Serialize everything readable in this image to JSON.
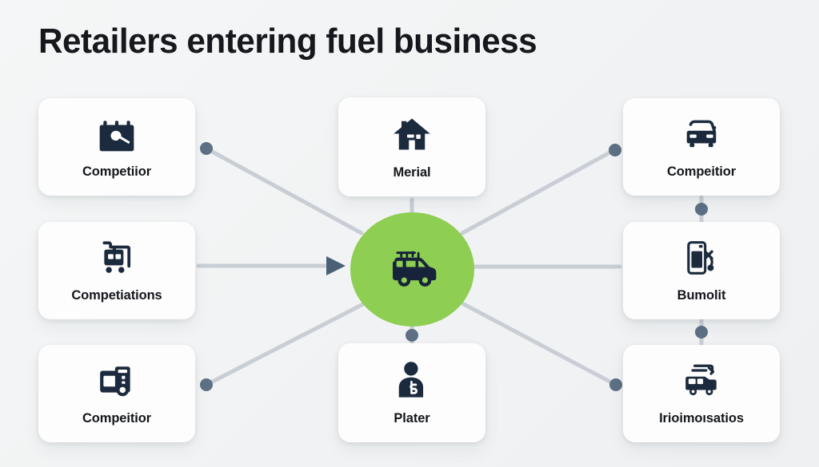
{
  "header": {
    "title": "Retailers entering fuel business"
  },
  "colors": {
    "background": "#f2f3f5",
    "card_bg": "#fdfdfd",
    "icon_dark": "#1b2a3d",
    "hub_green": "#8ece52",
    "connector_line": "#c9ced5",
    "connector_dot": "#5d7085",
    "arrow": "#4a6076",
    "title_text": "#15181c"
  },
  "hub": {
    "label": "",
    "icon": "suv-car-icon",
    "shape": "circle",
    "color": "#8ece52"
  },
  "arrow_marker": {
    "name": "arrow-head-right",
    "color": "#4a6076"
  },
  "columns": {
    "left": [
      {
        "id": "l1",
        "label": "Competiior",
        "icon": "calendar-hand-icon"
      },
      {
        "id": "l2",
        "label": "Competiations",
        "icon": "shopping-cart-icon"
      },
      {
        "id": "l3",
        "label": "Compeitior",
        "icon": "monitor-device-icon"
      }
    ],
    "center": [
      {
        "id": "c1",
        "label": "Merial",
        "icon": "house-icon"
      },
      {
        "id": "c2",
        "label": "Plater",
        "icon": "person-icon"
      }
    ],
    "right": [
      {
        "id": "r1",
        "label": "Compeitior",
        "icon": "car-front-icon"
      },
      {
        "id": "r2",
        "label": "Bumolit",
        "icon": "fuel-pump-icon"
      },
      {
        "id": "r3",
        "label": "Irioimoısatios",
        "icon": "delivery-truck-icon"
      }
    ]
  },
  "connections": [
    {
      "from": "l1",
      "to": "hub",
      "style": "diagonal-down-right",
      "has_dot": true
    },
    {
      "from": "l2",
      "to": "hub",
      "style": "horizontal",
      "has_dot": false
    },
    {
      "from": "l3",
      "to": "hub",
      "style": "diagonal-up-right",
      "has_dot": true
    },
    {
      "from": "hub",
      "to": "c1",
      "style": "vertical-up",
      "has_dot": false
    },
    {
      "from": "hub",
      "to": "c2",
      "style": "vertical-down",
      "has_dot": true
    },
    {
      "from": "hub",
      "to": "r1",
      "style": "diagonal-up-right",
      "has_dot": true
    },
    {
      "from": "hub",
      "to": "r2",
      "style": "horizontal",
      "has_dot": true
    },
    {
      "from": "hub",
      "to": "r3",
      "style": "diagonal-down-right",
      "has_dot": true
    }
  ]
}
